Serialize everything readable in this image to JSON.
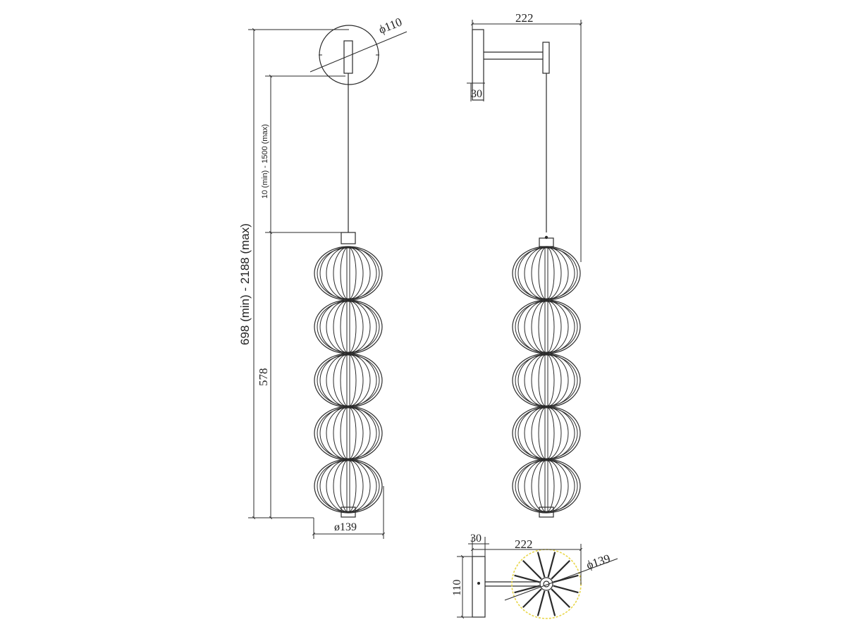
{
  "front_view": {
    "canopy_diameter": "ϕ110",
    "cable_length": "10 (min) - 1500 (max)",
    "total_height": "698 (min) - 2188 (max)",
    "body_height": "578",
    "body_diameter": "ø139"
  },
  "side_view": {
    "projection": "222",
    "plate_depth": "30"
  },
  "top_view": {
    "plate_depth": "30",
    "projection": "222",
    "plate_width": "110",
    "shade_diameter": "ϕ139"
  }
}
